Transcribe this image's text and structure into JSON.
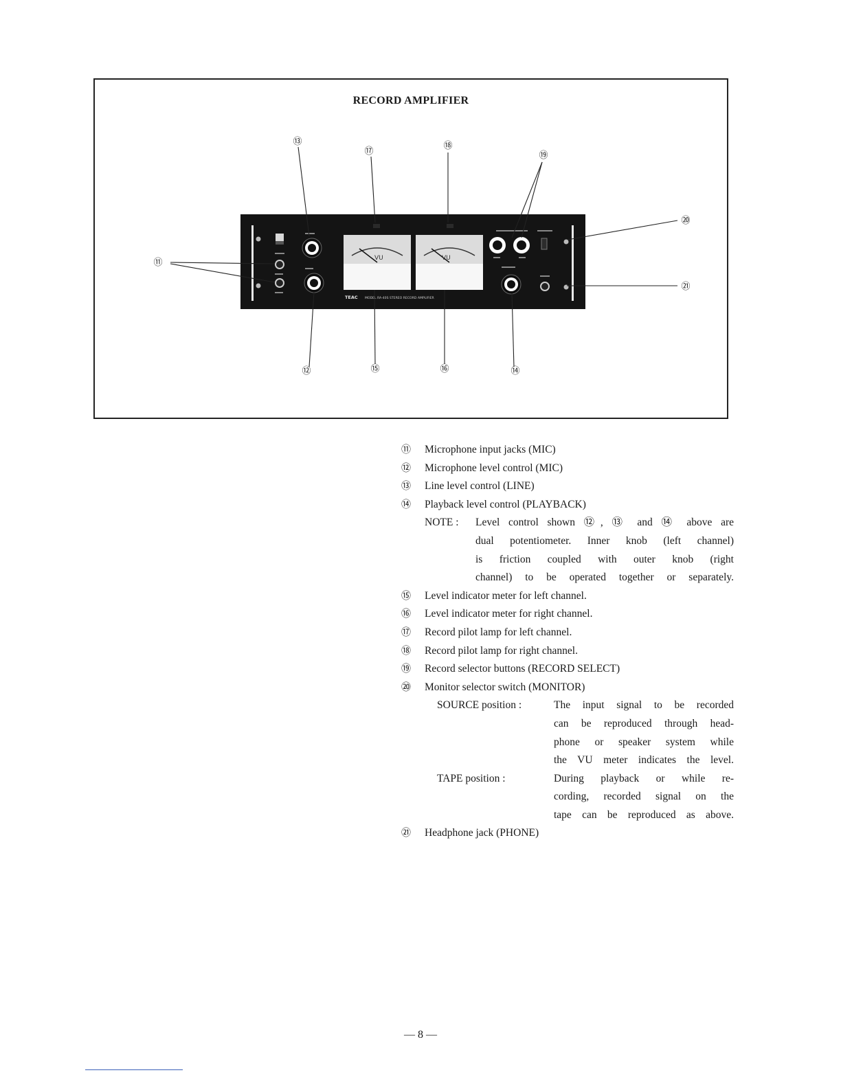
{
  "figure": {
    "title": "RECORD AMPLIFIER",
    "panel": {
      "brand": "TEAC",
      "model_line": "MODEL RA-40S STEREO RECORD AMPLIFIER",
      "meter_left_text": "VU",
      "meter_right_text": "VU"
    },
    "callouts": [
      "⑪",
      "⑫",
      "⑬",
      "⑭",
      "⑮",
      "⑯",
      "⑰",
      "⑱",
      "⑲",
      "⑳",
      "㉑"
    ]
  },
  "legend": {
    "items": [
      {
        "num": "⑪",
        "text": "Microphone input jacks (MIC)"
      },
      {
        "num": "⑫",
        "text": "Microphone level control (MIC)"
      },
      {
        "num": "⑬",
        "text": "Line level control (LINE)"
      },
      {
        "num": "⑭",
        "text": "Playback level control (PLAYBACK)"
      },
      {
        "num": "⑮",
        "text": "Level indicator meter for left channel."
      },
      {
        "num": "⑯",
        "text": "Level indicator meter for right channel."
      },
      {
        "num": "⑰",
        "text": "Record pilot lamp for left channel."
      },
      {
        "num": "⑱",
        "text": "Record pilot lamp for right channel."
      },
      {
        "num": "⑲",
        "text": "Record selector buttons (RECORD SELECT)"
      },
      {
        "num": "⑳",
        "text": "Monitor selector switch (MONITOR)"
      },
      {
        "num": "㉑",
        "text": "Headphone jack (PHONE)"
      }
    ],
    "note": {
      "label": "NOTE :",
      "lines": [
        "Level control shown ⑫, ⑬ and ⑭ above are",
        "dual potentiometer. Inner knob (left channel)",
        "is friction coupled with outer knob (right",
        "channel) to be operated together or separately."
      ]
    },
    "source": {
      "label": "SOURCE position :",
      "lines": [
        "The input signal to be recorded",
        "can be reproduced through head-",
        "phone or speaker system while",
        "the VU meter indicates the level."
      ]
    },
    "tape": {
      "label": "TAPE position :",
      "lines": [
        "During playback or while re-",
        "cording, recorded signal on the",
        "tape can be reproduced as above."
      ]
    }
  },
  "page_number": "— 8 —"
}
